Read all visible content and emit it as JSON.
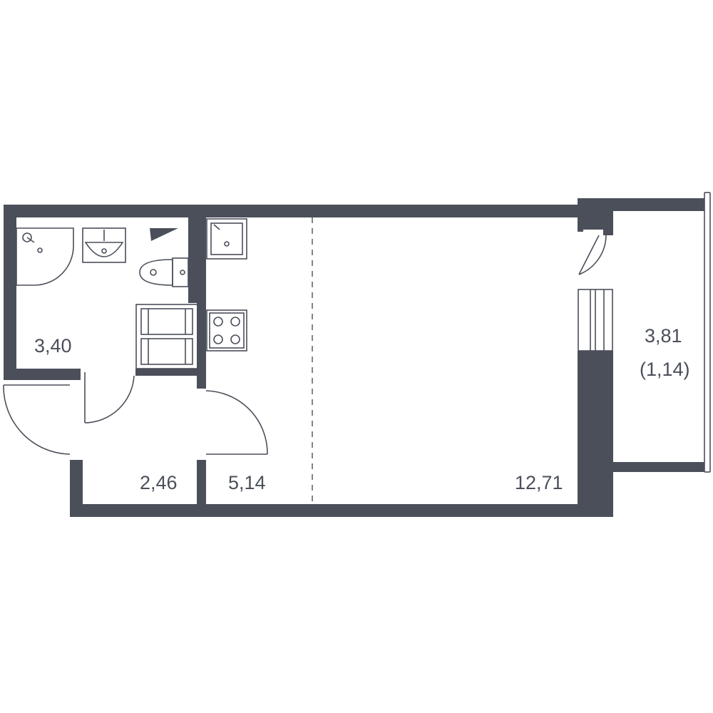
{
  "plan": {
    "colors": {
      "wall": "#4b4f5a",
      "background": "#ffffff"
    },
    "rooms": {
      "bathroom": {
        "area": "3,40"
      },
      "hallway": {
        "area": "2,46"
      },
      "kitchen": {
        "area": "5,14"
      },
      "living_room": {
        "area": "12,71"
      },
      "balcony": {
        "area": "3,81",
        "area_reduced": "(1,14)"
      }
    },
    "fixtures": [
      "shower-icon",
      "washbasin-icon",
      "toilet-icon",
      "washing-machine-icon",
      "kitchen-sink-icon",
      "cooktop-icon"
    ]
  }
}
